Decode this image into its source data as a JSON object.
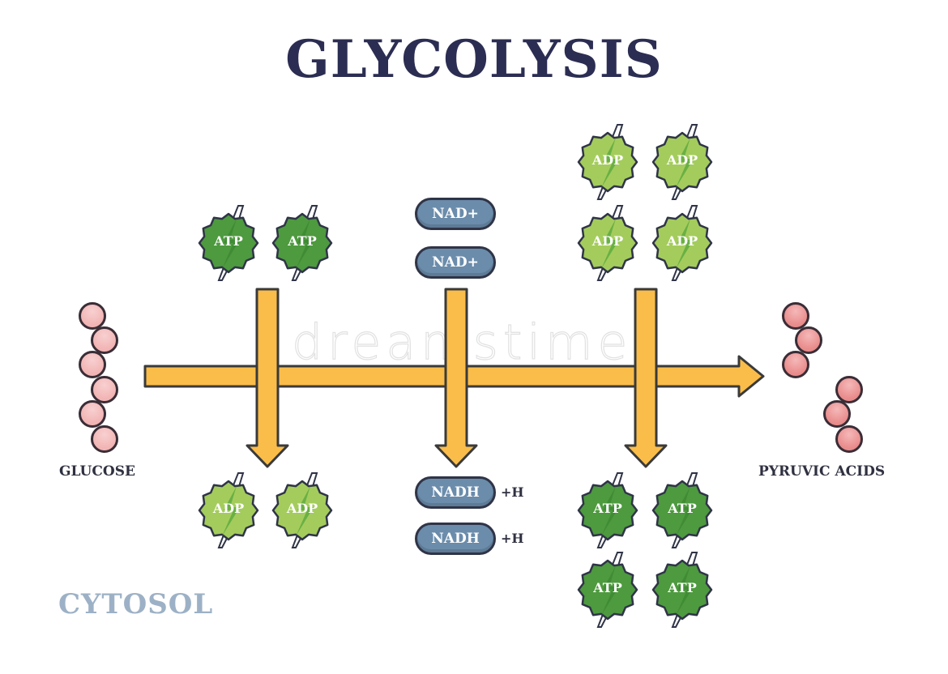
{
  "title": "GLYCOLYSIS",
  "colors": {
    "title": "#2b2d52",
    "region_label": "#9db1c6",
    "arrow_fill": "#fbbd4a",
    "arrow_stroke": "#3a3a3a",
    "pill_fill": "#6b8cab",
    "atp_fill": "#4e9a3f",
    "adp_fill": "#a4cc5c",
    "bolt_atp": "#3d8a32",
    "bolt_adp": "#5faa3f",
    "glucose_bead": "#f2b4b4",
    "pyruvic_bead": "#e98b8b",
    "label_text": "#2f3040"
  },
  "substrate": {
    "label": "GLUCOSE",
    "bead_count": 6
  },
  "product": {
    "label": "PYRUVIC ACIDS",
    "molecule_count": 2,
    "beads_per_molecule": 3
  },
  "region": {
    "label": "CYTOSOL"
  },
  "watermark": "dreamstime",
  "steps": [
    {
      "inputs": [
        {
          "label": "ATP",
          "type": "atp"
        },
        {
          "label": "ATP",
          "type": "atp"
        }
      ],
      "outputs": [
        {
          "label": "ADP",
          "type": "adp"
        },
        {
          "label": "ADP",
          "type": "adp"
        }
      ]
    },
    {
      "inputs": [
        {
          "label": "NAD+"
        },
        {
          "label": "NAD+"
        }
      ],
      "outputs": [
        {
          "label": "NADH",
          "suffix": "+H"
        },
        {
          "label": "NADH",
          "suffix": "+H"
        }
      ]
    },
    {
      "inputs": [
        {
          "label": "ADP",
          "type": "adp"
        },
        {
          "label": "ADP",
          "type": "adp"
        },
        {
          "label": "ADP",
          "type": "adp"
        },
        {
          "label": "ADP",
          "type": "adp"
        }
      ],
      "outputs": [
        {
          "label": "ATP",
          "type": "atp"
        },
        {
          "label": "ATP",
          "type": "atp"
        },
        {
          "label": "ATP",
          "type": "atp"
        },
        {
          "label": "ATP",
          "type": "atp"
        }
      ]
    }
  ]
}
